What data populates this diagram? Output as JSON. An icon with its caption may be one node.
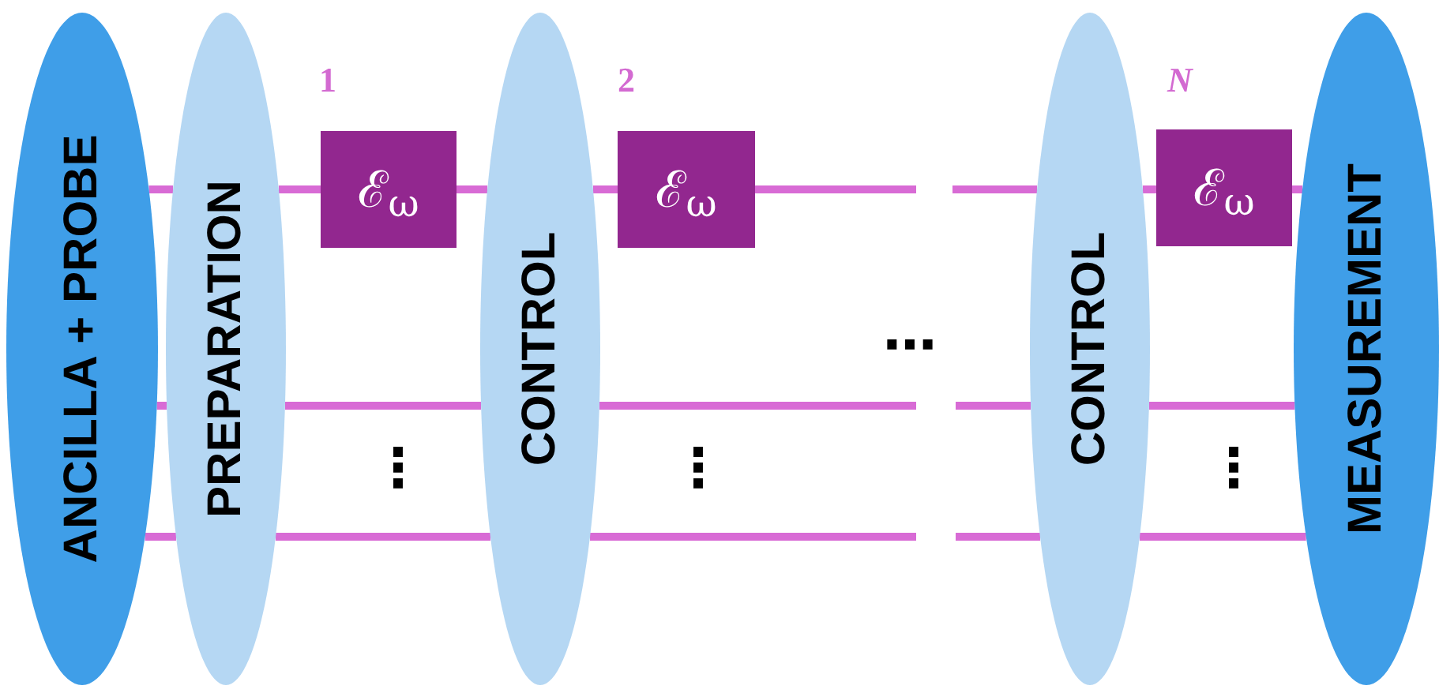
{
  "diagram": {
    "nodes": [
      {
        "text": [
          "ANCILLA + PROBE"
        ]
      },
      {
        "text": [
          "PREPARATION"
        ]
      },
      {
        "text": [
          "ℰ$_{ω}$"
        ]
      },
      {
        "text": [
          "CONTROL"
        ]
      },
      {
        "text": [
          "ℰ$_{ω}$"
        ]
      },
      {
        "text": [
          "CONTROL"
        ]
      },
      {
        "text": [
          "ℰ$_{ω}$"
        ]
      },
      {
        "text": [
          "MEASUREMENT"
        ]
      }
    ],
    "edges": [
      {
        "from": 0,
        "to": 1,
        "arrow": "none"
      },
      {
        "from": 1,
        "to": 2,
        "arrow": "none"
      },
      {
        "from": 2,
        "to": 3,
        "arrow": "none"
      },
      {
        "from": 3,
        "to": 4,
        "arrow": "none"
      },
      {
        "from": 4,
        "to": null,
        "arrow": "none"
      },
      {
        "from": null,
        "to": 5,
        "arrow": "none"
      },
      {
        "from": 5,
        "to": 6,
        "arrow": "none"
      },
      {
        "from": 6,
        "to": 7,
        "arrow": "none"
      },
      {
        "from": 0,
        "to": 1,
        "arrow": "none"
      },
      {
        "from": 1,
        "to": 3,
        "arrow": "none"
      },
      {
        "from": 3,
        "to": null,
        "arrow": "none"
      },
      {
        "from": null,
        "to": 5,
        "arrow": "none"
      },
      {
        "from": 5,
        "to": 7,
        "arrow": "none"
      },
      {
        "from": 0,
        "to": 1,
        "arrow": "none"
      },
      {
        "from": 1,
        "to": 3,
        "arrow": "none"
      },
      {
        "from": 3,
        "to": null,
        "arrow": "none"
      },
      {
        "from": null,
        "to": 5,
        "arrow": "none"
      },
      {
        "from": 5,
        "to": 7,
        "arrow": "none"
      }
    ],
    "labels": [
      "1",
      "2",
      "N",
      "⋯",
      "⋮",
      "⋮",
      "⋮"
    ]
  }
}
